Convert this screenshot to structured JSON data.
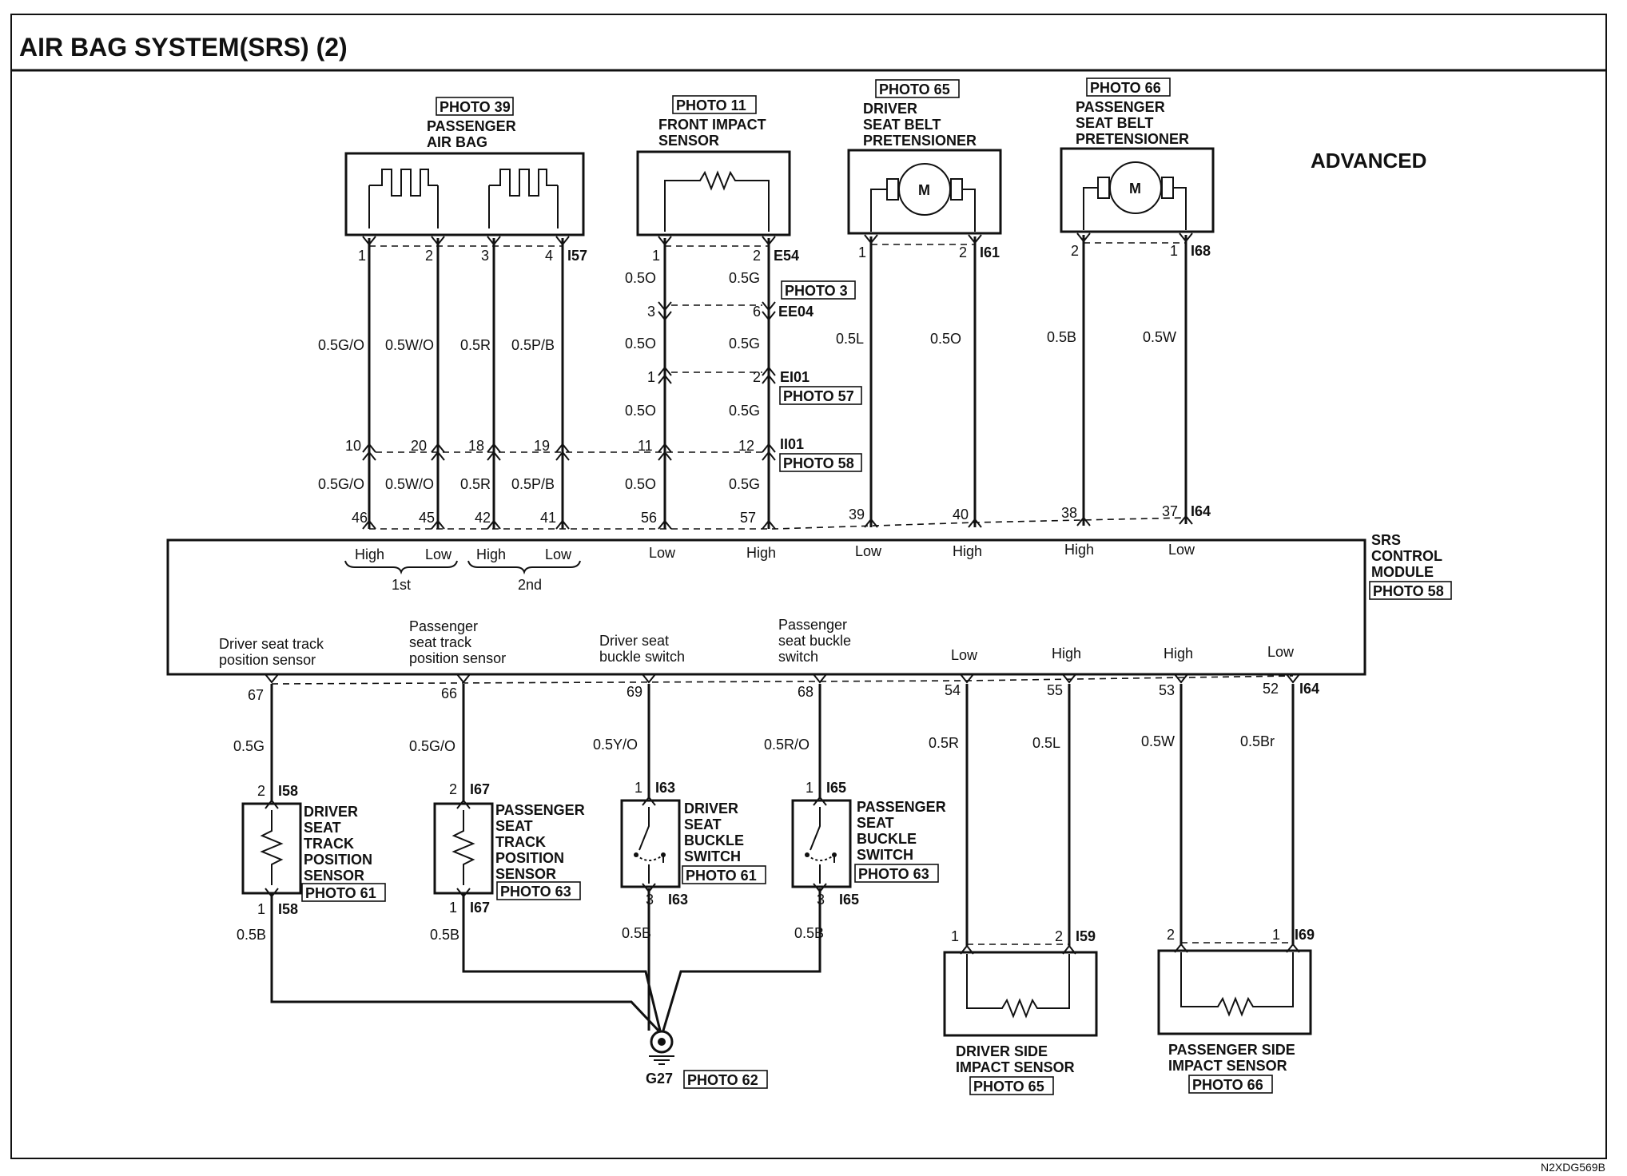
{
  "title": "AIR BAG SYSTEM(SRS) (2)",
  "variant": "ADVANCED",
  "doc_code": "N2XDG569B",
  "top_components": {
    "pass_airbag": {
      "photo": "PHOTO 39",
      "line1": "PASSENGER",
      "line2": "AIR BAG",
      "pins": [
        "1",
        "2",
        "3",
        "4"
      ],
      "conn": "I57"
    },
    "front_impact": {
      "photo": "PHOTO 11",
      "line1": "FRONT IMPACT",
      "line2": "SENSOR",
      "pins": [
        "1",
        "2"
      ],
      "conn": "E54"
    },
    "driver_pret": {
      "photo": "PHOTO 65",
      "line1": "DRIVER",
      "line2": "SEAT BELT",
      "line3": "PRETENSIONER",
      "pins": [
        "1",
        "2"
      ],
      "conn": "I61",
      "motor": "M"
    },
    "pass_pret": {
      "photo": "PHOTO 66",
      "line1": "PASSENGER",
      "line2": "SEAT BELT",
      "line3": "PRETENSIONER",
      "pins": [
        "2",
        "1"
      ],
      "conn": "I68",
      "motor": "M"
    }
  },
  "wires_top": {
    "airbag_upper": [
      "0.5G/O",
      "0.5W/O",
      "0.5R",
      "0.5P/B"
    ],
    "airbag_lower": [
      "0.5G/O",
      "0.5W/O",
      "0.5R",
      "0.5P/B"
    ],
    "fi_1": [
      "0.5O",
      "0.5G"
    ],
    "fi_2": [
      "0.5O",
      "0.5G"
    ],
    "fi_3": [
      "0.5O",
      "0.5G"
    ],
    "fi_4": [
      "0.5O",
      "0.5G"
    ],
    "pret": [
      "0.5L",
      "0.5O",
      "0.5B",
      "0.5W"
    ]
  },
  "connectors": {
    "ee04": {
      "name": "EE04",
      "photo": "PHOTO 3",
      "pins": [
        "3",
        "6"
      ]
    },
    "ei01": {
      "name": "EI01",
      "photo": "PHOTO 57",
      "pins": [
        "1",
        "2"
      ]
    },
    "ii01": {
      "name": "II01",
      "photo": "PHOTO 58",
      "pins": [
        "10",
        "20",
        "18",
        "19",
        "11",
        "12"
      ]
    }
  },
  "module": {
    "line1": "SRS",
    "line2": "CONTROL",
    "line3": "MODULE",
    "photo": "PHOTO 58",
    "top_conn": "I64",
    "bottom_conn": "I64",
    "top_pins": [
      "46",
      "45",
      "42",
      "41",
      "56",
      "57",
      "39",
      "40",
      "38",
      "37"
    ],
    "top_levels": [
      "High",
      "Low",
      "High",
      "Low",
      "Low",
      "High",
      "Low",
      "High",
      "High",
      "Low"
    ],
    "group_1st": "1st",
    "group_2nd": "2nd",
    "bottom_pins": [
      "67",
      "66",
      "69",
      "68",
      "54",
      "55",
      "53",
      "52"
    ],
    "bottom_labels": {
      "dst": [
        "Driver seat track",
        "position sensor"
      ],
      "pst": [
        "Passenger",
        "seat track",
        "position sensor"
      ],
      "dsb": [
        "Driver seat",
        "buckle switch"
      ],
      "psb": [
        "Passenger",
        "seat buckle",
        "switch"
      ]
    },
    "bottom_levels": [
      "Low",
      "High",
      "High",
      "Low"
    ]
  },
  "wires_bottom": [
    "0.5G",
    "0.5G/O",
    "0.5Y/O",
    "0.5R/O",
    "0.5R",
    "0.5L",
    "0.5W",
    "0.5Br"
  ],
  "bottom_components": {
    "dst": {
      "lines": [
        "DRIVER",
        "SEAT",
        "TRACK",
        "POSITION",
        "SENSOR"
      ],
      "photo": "PHOTO 61",
      "top_pin": "2",
      "top_conn": "I58",
      "bot_pin": "1",
      "bot_conn": "I58",
      "ground_wire": "0.5B"
    },
    "pst": {
      "lines": [
        "PASSENGER",
        "SEAT",
        "TRACK",
        "POSITION",
        "SENSOR"
      ],
      "photo": "PHOTO 63",
      "top_pin": "2",
      "top_conn": "I67",
      "bot_pin": "1",
      "bot_conn": "I67",
      "ground_wire": "0.5B"
    },
    "dsb": {
      "lines": [
        "DRIVER",
        "SEAT",
        "BUCKLE",
        "SWITCH"
      ],
      "photo": "PHOTO 61",
      "top_pin": "1",
      "top_conn": "I63",
      "bot_pin": "3",
      "bot_conn": "I63",
      "ground_wire": "0.5B"
    },
    "psb": {
      "lines": [
        "PASSENGER",
        "SEAT",
        "BUCKLE",
        "SWITCH"
      ],
      "photo": "PHOTO 63",
      "top_pin": "1",
      "top_conn": "I65",
      "bot_pin": "3",
      "bot_conn": "I65",
      "ground_wire": "0.5B"
    },
    "dsi": {
      "lines": [
        "DRIVER SIDE",
        "IMPACT SENSOR"
      ],
      "photo": "PHOTO 65",
      "pins": [
        "1",
        "2"
      ],
      "conn": "I59"
    },
    "psi": {
      "lines": [
        "PASSENGER SIDE",
        "IMPACT SENSOR"
      ],
      "photo": "PHOTO 66",
      "pins": [
        "2",
        "1"
      ],
      "conn": "I69"
    }
  },
  "ground": {
    "name": "G27",
    "photo": "PHOTO 62"
  }
}
